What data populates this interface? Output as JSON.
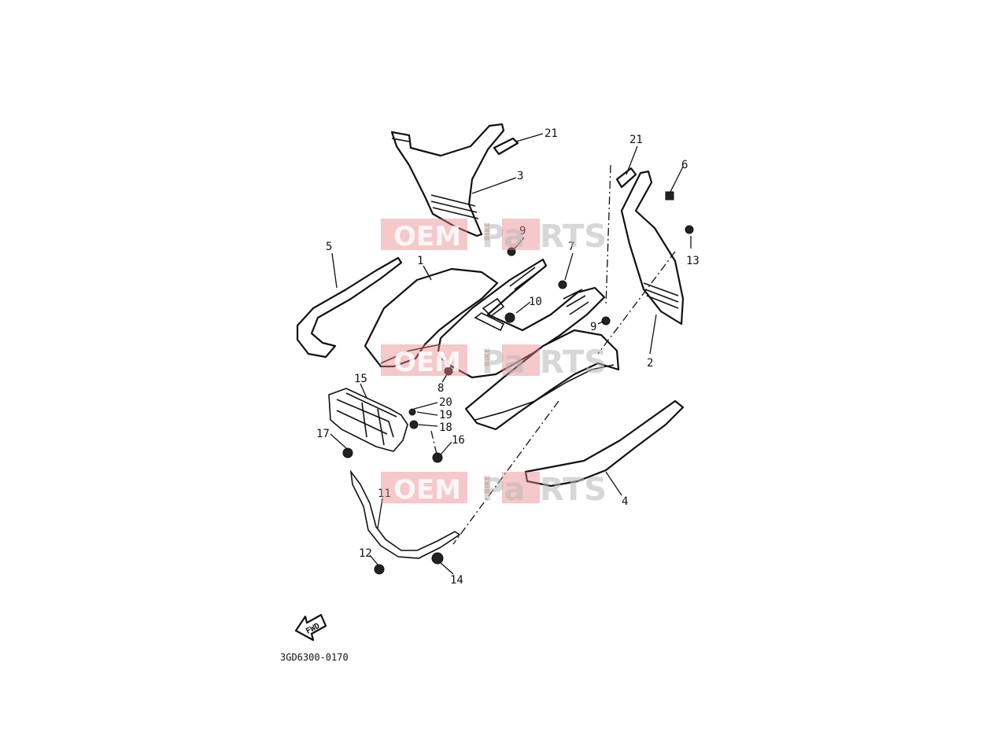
{
  "diagram": {
    "code": "3GD6300-0170",
    "direction_label": "FWD",
    "callouts": [
      "1",
      "2",
      "3",
      "4",
      "5",
      "6",
      "7",
      "8",
      "9",
      "9",
      "10",
      "11",
      "12",
      "13",
      "14",
      "15",
      "16",
      "17",
      "18",
      "19",
      "20",
      "21",
      "21"
    ]
  },
  "watermark": {
    "brand_left": "OEM",
    "brand_small": "BIKE",
    "brand_right_a": "Pa",
    "brand_right_b": "RTS",
    "color": "#e8848a"
  }
}
